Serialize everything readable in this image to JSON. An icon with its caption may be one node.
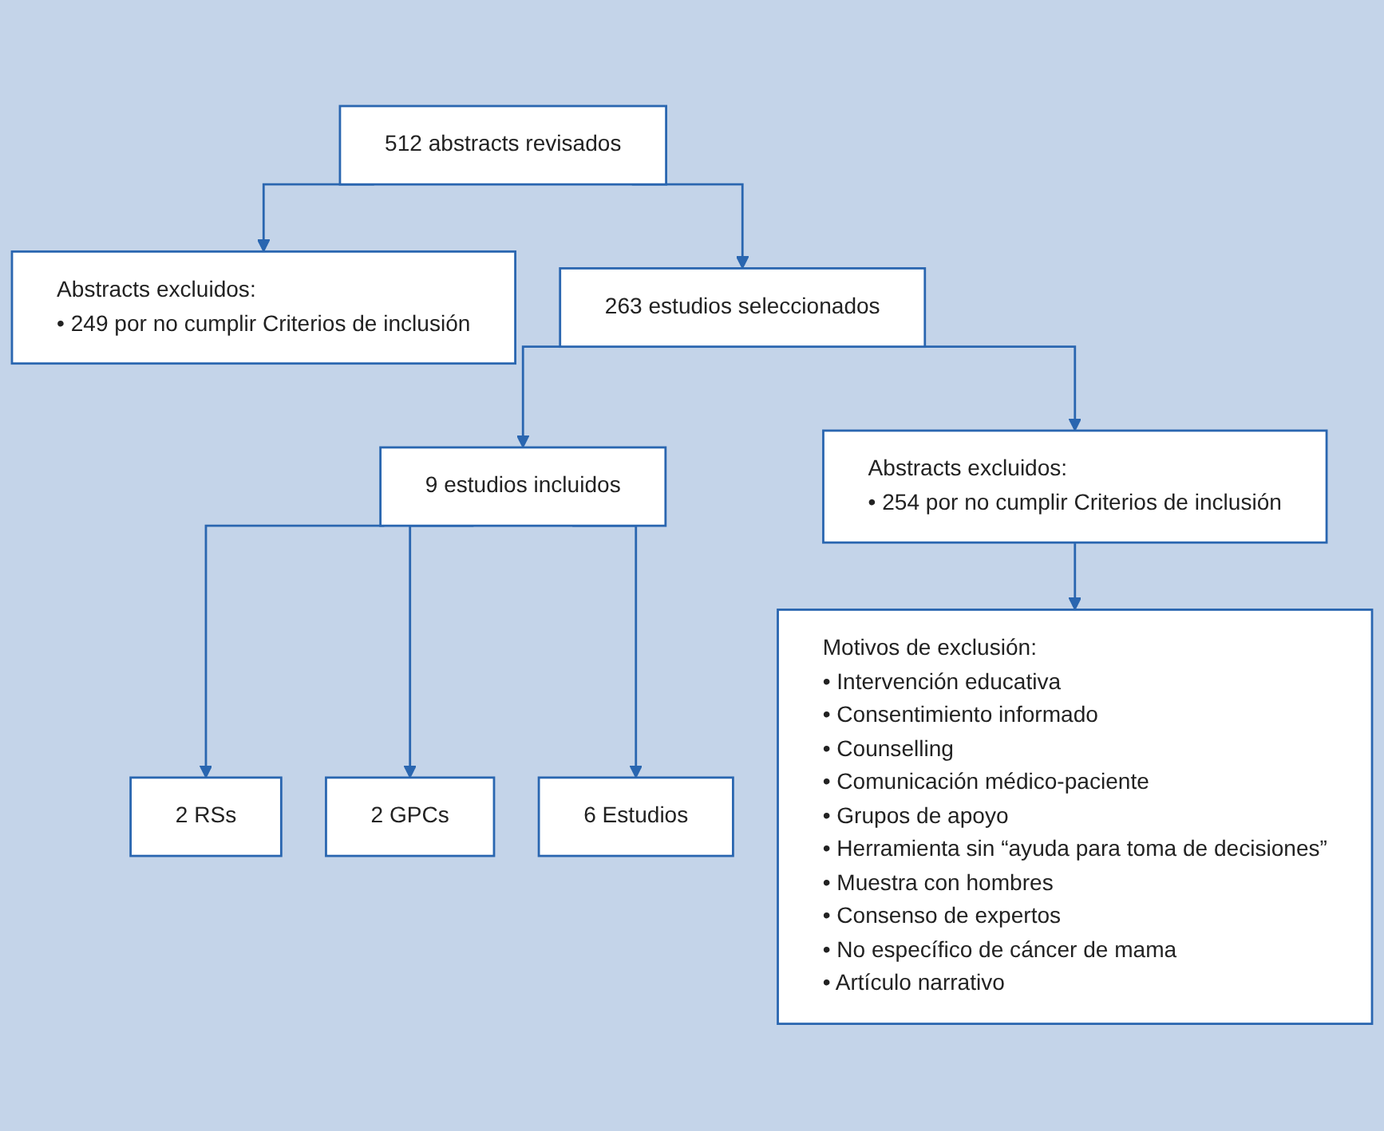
{
  "diagram": {
    "nodes": [
      {
        "text": [
          "512 abstracts revisados"
        ]
      },
      {
        "text": [
          "Abstracts excluidos:",
          "• 249 por no cumplir Criterios de inclusión"
        ]
      },
      {
        "text": [
          "263 estudios seleccionados"
        ]
      },
      {
        "text": [
          "Abstracts excluidos:",
          "• 254 por no cumplir Criterios de inclusión"
        ]
      },
      {
        "text": [
          "9 estudios incluidos"
        ]
      },
      {
        "text": [
          "Motivos de exclusión:",
          "• Intervención educativa",
          "• Consentimiento informado",
          "• Counselling",
          "• Comunicación médico-paciente",
          "• Grupos de apoyo",
          "• Herramienta sin “ayuda para toma de decisiones”",
          "• Muestra con hombres",
          "• Consenso de expertos",
          "• No específico de cáncer de mama",
          "• Artículo narrativo"
        ]
      },
      {
        "text": [
          "2 RSs"
        ]
      },
      {
        "text": [
          "2 GPCs"
        ]
      },
      {
        "text": [
          "6 Estudios"
        ]
      }
    ],
    "edges": [
      {
        "from": 0,
        "to": 2,
        "arrow": "to"
      },
      {
        "from": 0,
        "to": 1,
        "arrow": "to"
      },
      {
        "from": 2,
        "to": 4,
        "arrow": "to"
      },
      {
        "from": 2,
        "to": 3,
        "arrow": "to"
      },
      {
        "from": 3,
        "to": 5,
        "arrow": "to"
      },
      {
        "from": 4,
        "to": 6,
        "arrow": "to"
      },
      {
        "from": 4,
        "to": 7,
        "arrow": "to"
      },
      {
        "from": 4,
        "to": 8,
        "arrow": "to"
      }
    ]
  }
}
